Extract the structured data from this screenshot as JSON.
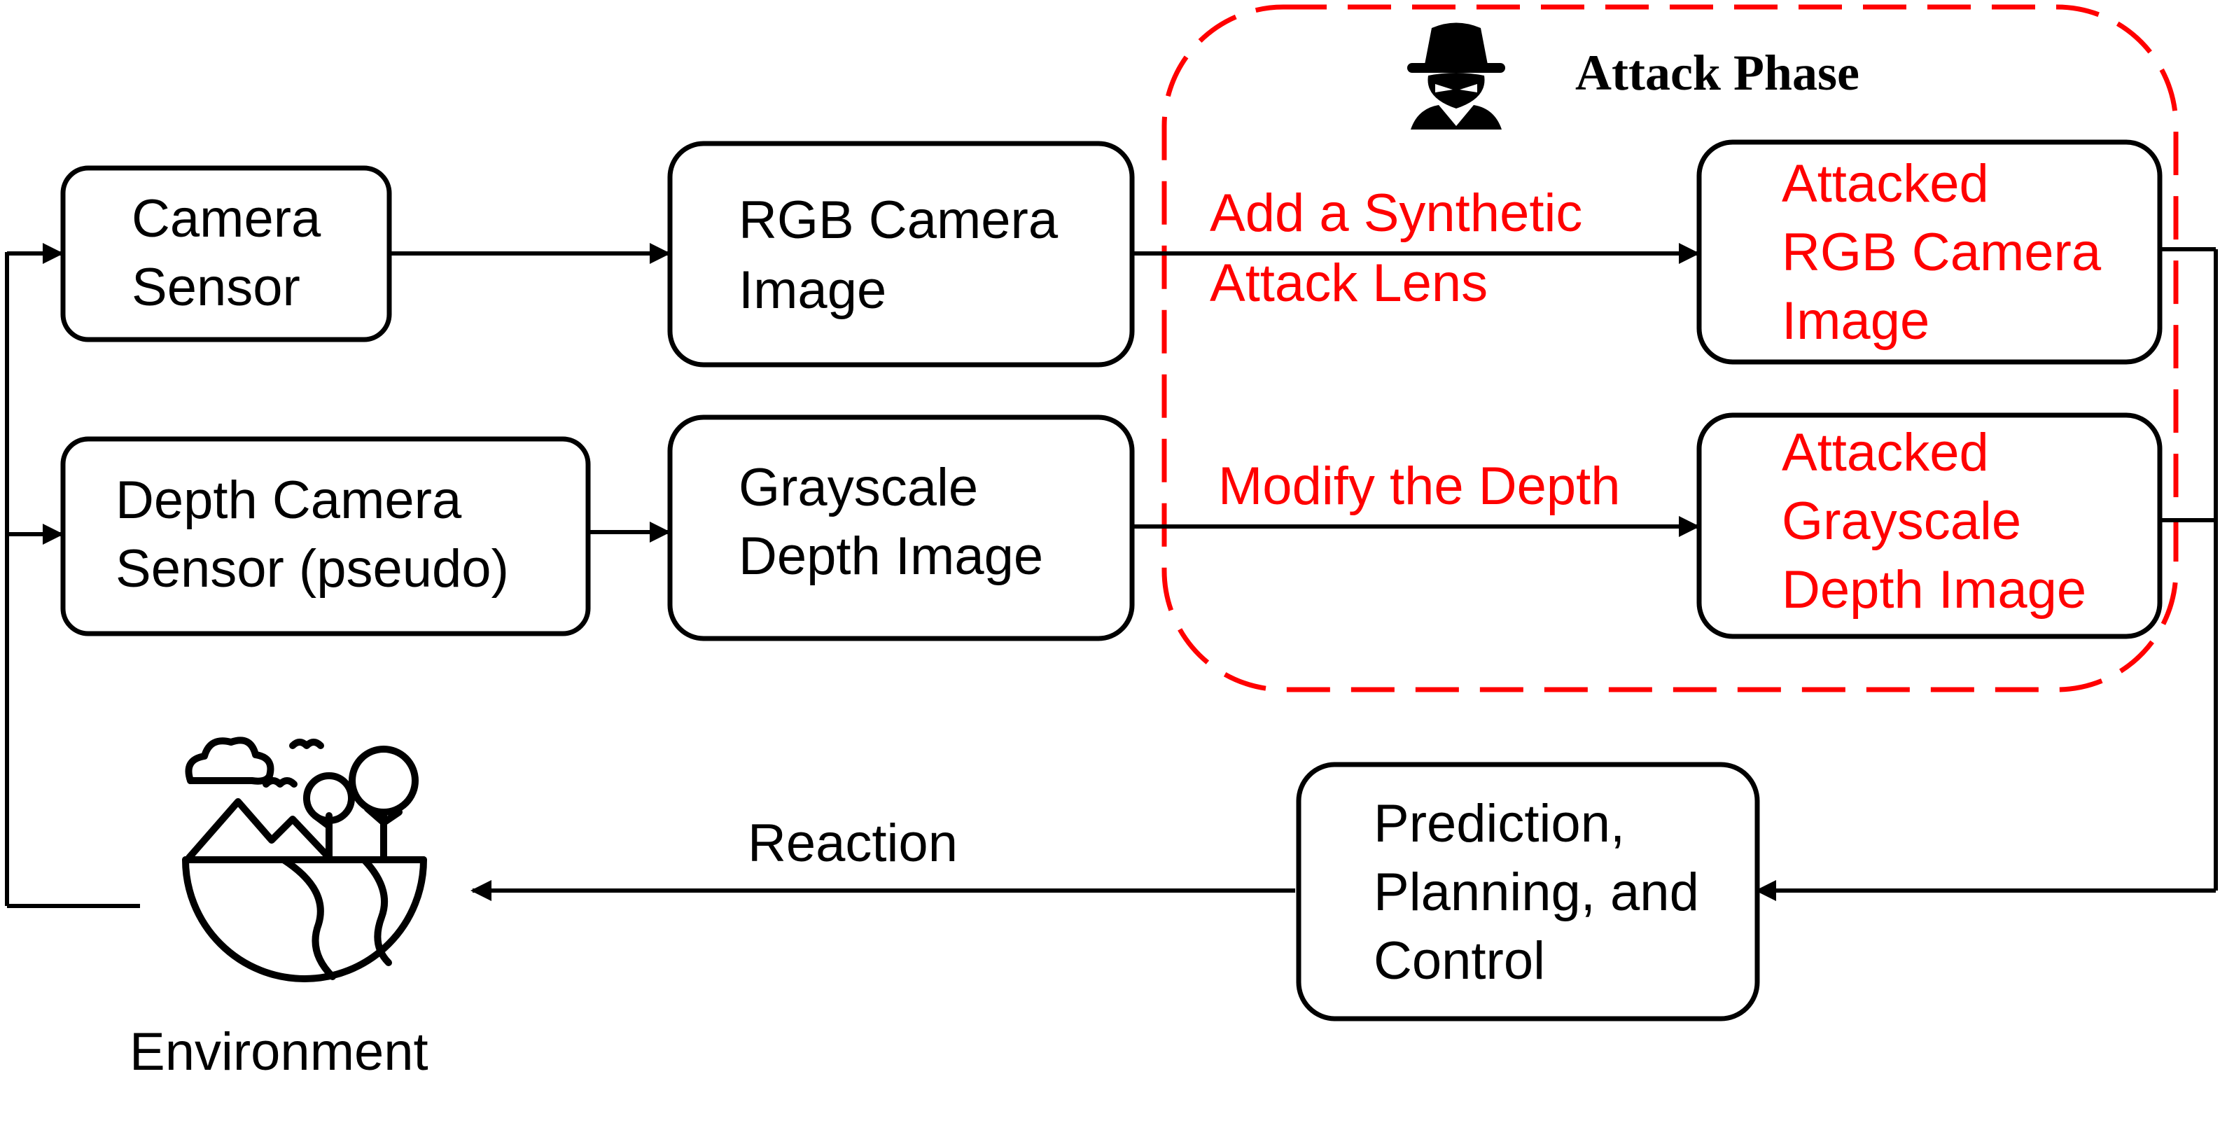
{
  "attack_phase": {
    "title": "Attack Phase",
    "border_color": "#ff0000",
    "icon": "spy-icon"
  },
  "nodes": {
    "camera_sensor": [
      "Camera",
      "Sensor"
    ],
    "depth_sensor": [
      "Depth Camera",
      "Sensor (pseudo)"
    ],
    "rgb_image": [
      "RGB Camera",
      "Image"
    ],
    "gray_image": [
      "Grayscale",
      "Depth Image"
    ],
    "attacked_rgb": [
      "Attacked",
      "RGB Camera",
      "Image"
    ],
    "attacked_gray": [
      "Attacked",
      "Grayscale",
      "Depth Image"
    ],
    "ppc": [
      "Prediction,",
      "Planning, and",
      "Control"
    ],
    "environment": "Environment"
  },
  "edges": {
    "rgb_attack": [
      "Add a Synthetic",
      "Attack Lens"
    ],
    "depth_attack": "Modify the Depth",
    "reaction": "Reaction"
  },
  "colors": {
    "attack_text": "#ff0000",
    "normal_text": "#000000"
  },
  "icons": [
    "spy-icon",
    "environment-icon"
  ]
}
